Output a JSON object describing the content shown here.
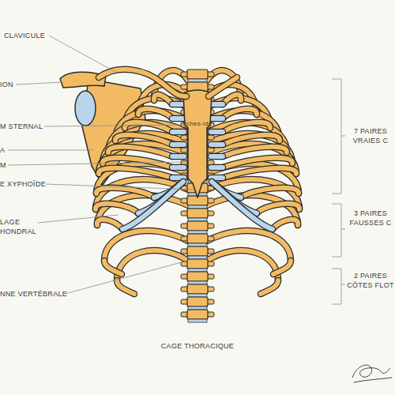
{
  "diagram": {
    "title": "CAGE THORACIQUE",
    "labels": [
      "CLAVICULE",
      "ION",
      "M STERNAL",
      "A",
      "M",
      "E XYPHOÏDE",
      "LAGE HONDRAL",
      "NNE VERTÉBRALE",
      "fiches-ide",
      "7 PAIRES VRAIES C",
      "3 PAIRES FAUSSES C",
      "2 PAIRES CÔTES FLOT"
    ]
  }
}
